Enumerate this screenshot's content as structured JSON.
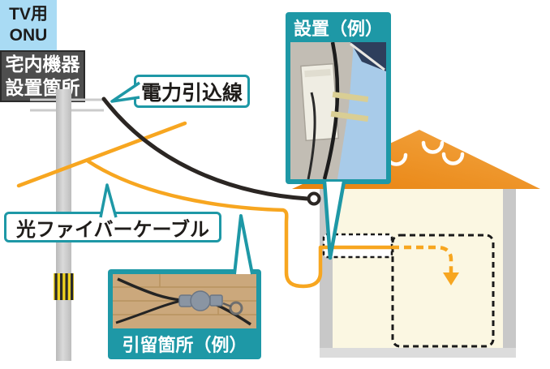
{
  "labels": {
    "power_drop_line": "電力引込線",
    "fiber_cable": "光ファイバーケーブル",
    "installation_example": "設置（例）",
    "tv_onu": {
      "line1": "TV用",
      "line2": "ONU"
    },
    "anchor_point_example": "引留箇所（例）",
    "indoor_equipment": {
      "line1": "宅内機器",
      "line2": "設置箇所"
    }
  },
  "colors": {
    "teal": "#1E98A6",
    "cable_orange": "#F7A620",
    "roof_orange": "#E8820E",
    "onu_label_blue": "#A9DBF4",
    "house_cream": "#FBF7E2",
    "indoor_box_gray": "#4E4E4E",
    "power_cable_black": "#2B2623"
  }
}
